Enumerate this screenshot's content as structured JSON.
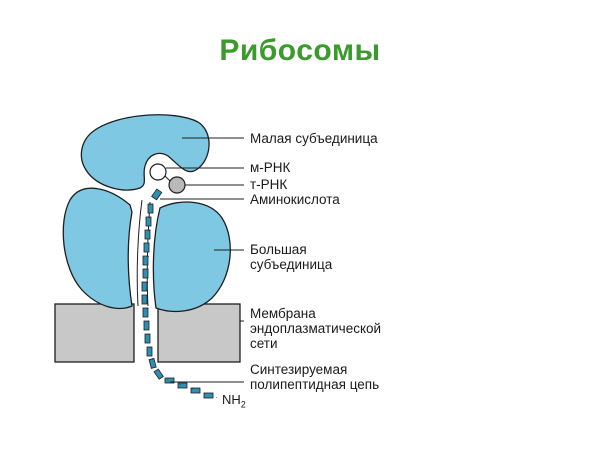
{
  "title": "Рибосомы",
  "labels": {
    "small_subunit": "Малая субъединица",
    "mrna": "м-РНК",
    "trna": "т-РНК",
    "amino_acid": "Аминокислота",
    "large_subunit": "Большая\nсубъединица",
    "membrane": "Мембрана\nэндоплазматической\nсети",
    "polypeptide": "Синтезируемая\nполипептидная цепь"
  },
  "nh2": {
    "base": "NH",
    "sub": "2"
  },
  "colors": {
    "title": "#3a9a2c",
    "subunit_fill": "#7ec8e3",
    "subunit_stroke": "#1f1f1f",
    "membrane": "#c8c8c8",
    "chain": "#2e8fb5",
    "trna": "#b9b9b9"
  }
}
